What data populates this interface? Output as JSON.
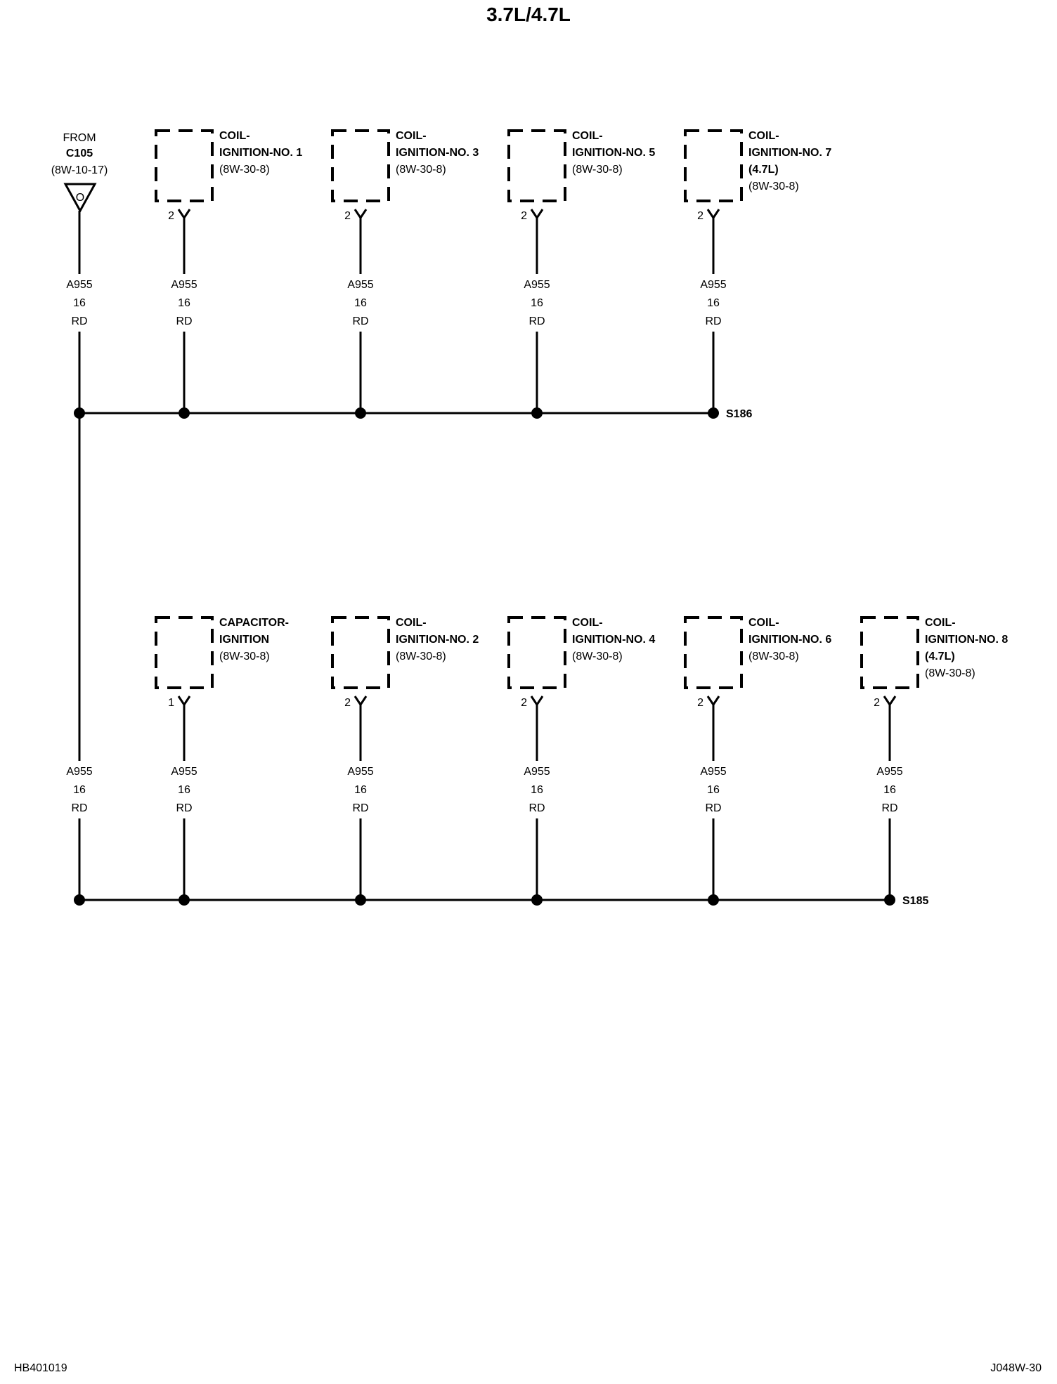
{
  "title": "3.7L/4.7L",
  "source": {
    "lines": [
      "FROM",
      "C105",
      "(8W-10-17)"
    ],
    "symbol": "O"
  },
  "wire": {
    "code": "A955",
    "gauge": "16",
    "color": "RD"
  },
  "rows": [
    {
      "splice": "S186",
      "components": [
        {
          "name": [
            "COIL-",
            "IGNITION-NO. 1"
          ],
          "ref": "(8W-30-8)",
          "pin": "2"
        },
        {
          "name": [
            "COIL-",
            "IGNITION-NO. 3"
          ],
          "ref": "(8W-30-8)",
          "pin": "2"
        },
        {
          "name": [
            "COIL-",
            "IGNITION-NO. 5"
          ],
          "ref": "(8W-30-8)",
          "pin": "2"
        },
        {
          "name": [
            "COIL-",
            "IGNITION-NO. 7",
            "(4.7L)"
          ],
          "ref": "(8W-30-8)",
          "pin": "2"
        }
      ]
    },
    {
      "splice": "S185",
      "components": [
        {
          "name": [
            "CAPACITOR-",
            "IGNITION"
          ],
          "ref": "(8W-30-8)",
          "pin": "1"
        },
        {
          "name": [
            "COIL-",
            "IGNITION-NO. 2"
          ],
          "ref": "(8W-30-8)",
          "pin": "2"
        },
        {
          "name": [
            "COIL-",
            "IGNITION-NO. 4"
          ],
          "ref": "(8W-30-8)",
          "pin": "2"
        },
        {
          "name": [
            "COIL-",
            "IGNITION-NO. 6"
          ],
          "ref": "(8W-30-8)",
          "pin": "2"
        },
        {
          "name": [
            "COIL-",
            "IGNITION-NO. 8",
            "(4.7L)"
          ],
          "ref": "(8W-30-8)",
          "pin": "2"
        }
      ]
    }
  ],
  "footer": {
    "left": "HB401019",
    "right": "J048W-30"
  }
}
